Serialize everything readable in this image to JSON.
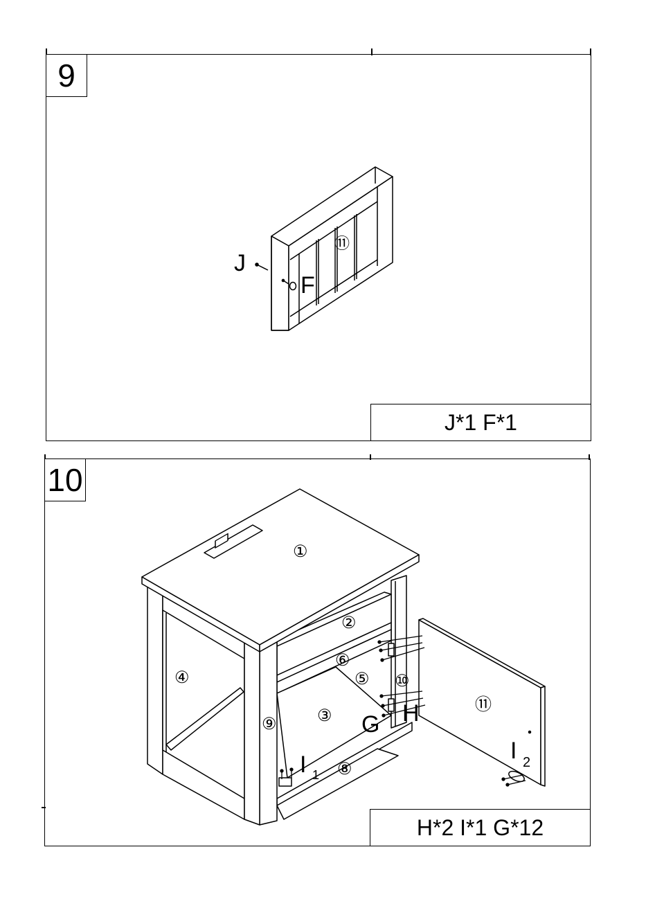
{
  "step9": {
    "number": "9",
    "parts": "J*1 F*1",
    "labels": {
      "panel": "⑪",
      "screw": "J",
      "knob": "F"
    }
  },
  "step10": {
    "number": "10",
    "parts": "H*2 I*1 G*12",
    "labels": {
      "top": "①",
      "shelf_back": "②",
      "bottom": "③",
      "side_left": "④",
      "rail": "⑤",
      "front_rail": "⑥",
      "bottom_rail": "⑧",
      "post_left": "⑨",
      "post_right": "⑩",
      "door": "⑪",
      "g": "G",
      "h": "H",
      "i": "I",
      "sub1": "1",
      "sub2": "2"
    }
  }
}
